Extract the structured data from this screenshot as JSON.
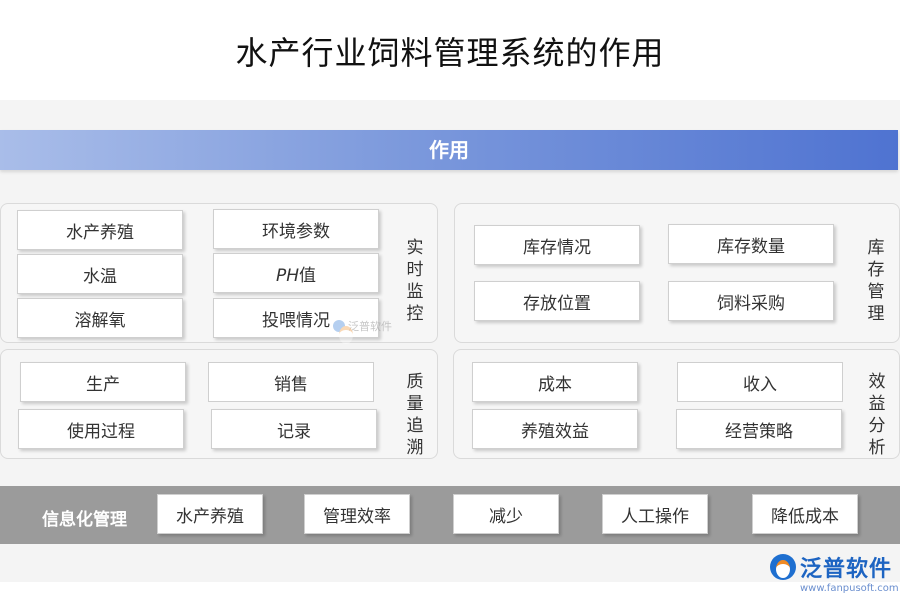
{
  "title": "水产行业饲料管理系统的作用",
  "banner": "作用",
  "sections": {
    "realtime": {
      "label": "实时监控",
      "items": [
        "水产养殖",
        "环境参数",
        "水温",
        "PH值",
        "溶解氧",
        "投喂情况"
      ]
    },
    "inventory": {
      "label": "库存管理",
      "items": [
        "库存情况",
        "库存数量",
        "存放位置",
        "饲料采购"
      ]
    },
    "quality": {
      "label": "质量追溯",
      "items": [
        "生产",
        "销售",
        "使用过程",
        "记录"
      ]
    },
    "benefit": {
      "label": "效益分析",
      "items": [
        "成本",
        "收入",
        "养殖效益",
        "经营策略"
      ]
    }
  },
  "bottom": {
    "title": "信息化管理",
    "items": [
      "水产养殖",
      "管理效率",
      "减少",
      "人工操作",
      "降低成本"
    ]
  },
  "watermark": {
    "small_text": "泛普软件"
  },
  "logo": {
    "text": "泛普软件",
    "url": "www.fanpusoft.com",
    "icon": "fanpu-logo-icon"
  }
}
